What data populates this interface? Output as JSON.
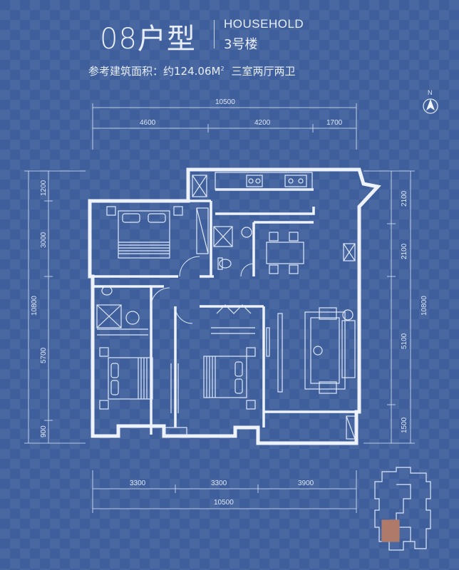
{
  "header": {
    "type_code": "08户型",
    "household_label": "HOUSEHOLD",
    "building": "3号楼",
    "area_label": "参考建筑面积：约124.06M",
    "area_sup": "2",
    "layout_desc": "三室两厅两卫"
  },
  "compass": {
    "label": "N"
  },
  "dimensions": {
    "top_total": "10500",
    "top_segments": [
      "4600",
      "4200",
      "1700"
    ],
    "bottom_segments": [
      "3300",
      "3300",
      "3900"
    ],
    "bottom_total": "10500",
    "left_total": "10800",
    "left_segments": [
      "1200",
      "3000",
      "5700",
      "900"
    ],
    "right_total": "10800",
    "right_segments": [
      "2100",
      "2100",
      "5100",
      "1500"
    ]
  },
  "colors": {
    "background": "#3f5f9c",
    "line": "#dfe8f6",
    "wall": "#eef3fb",
    "highlight_unit": "#b07a6a"
  },
  "icons": [
    "compass-icon",
    "bed-icon",
    "sofa-icon",
    "dining-table-icon",
    "toilet-icon",
    "sink-icon",
    "stove-icon"
  ]
}
